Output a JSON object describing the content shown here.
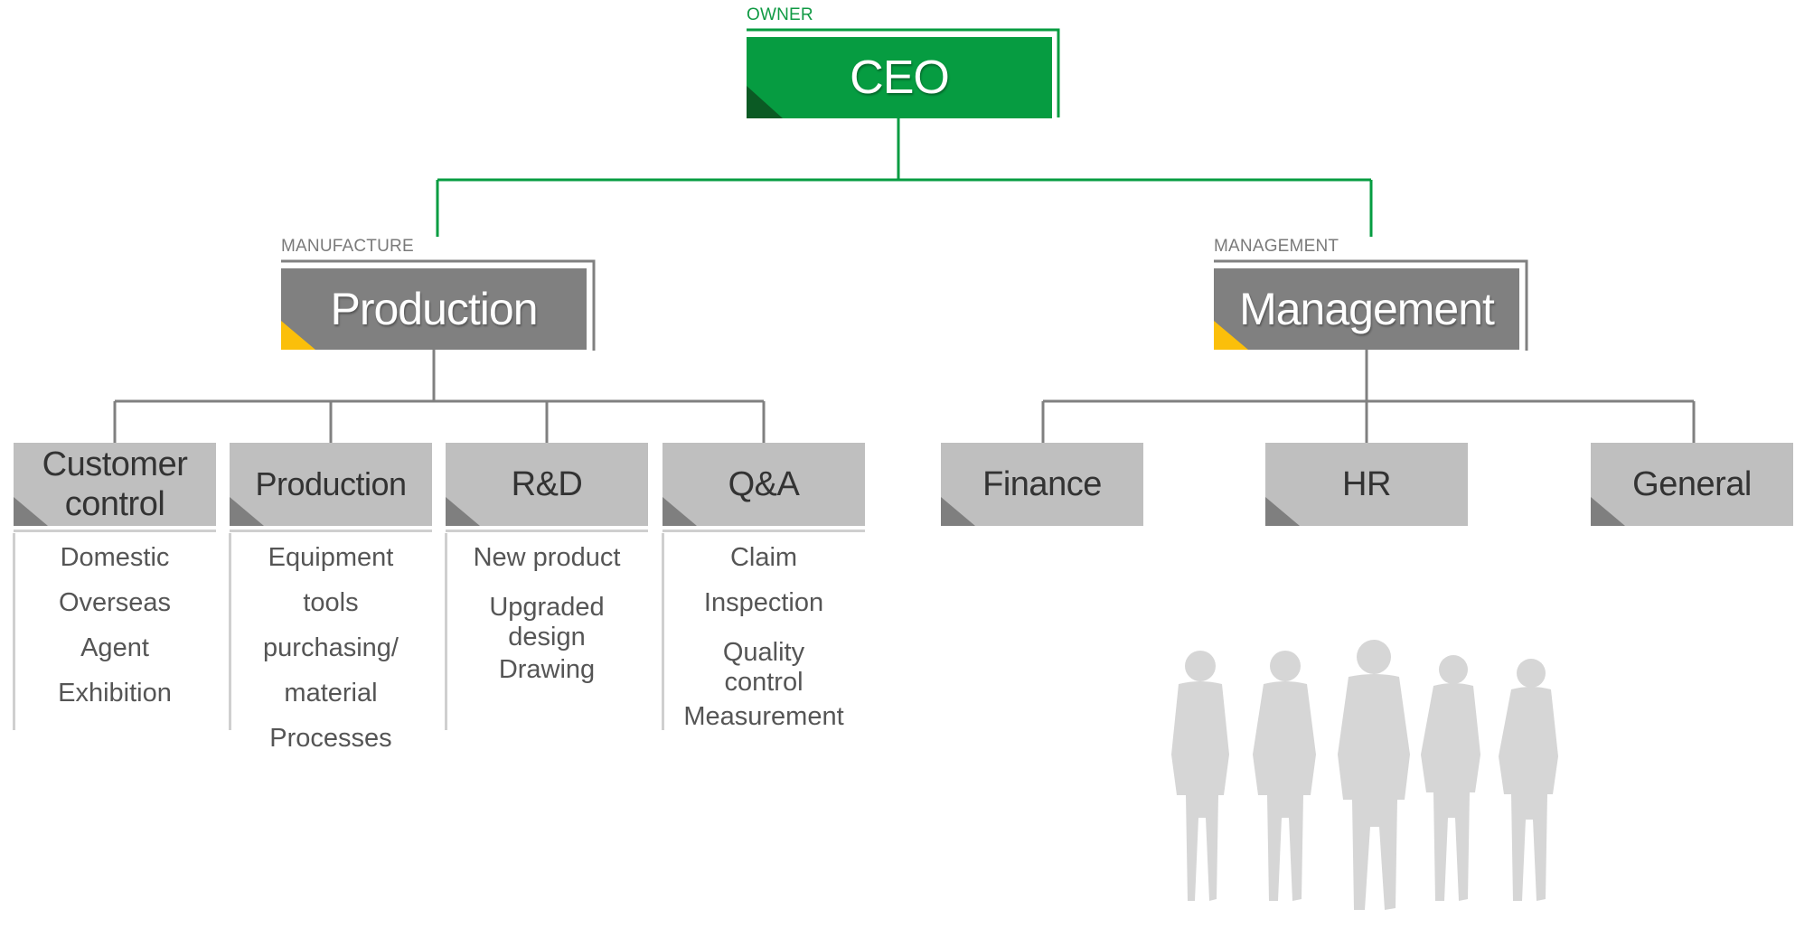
{
  "colors": {
    "green": "#069c41",
    "dark_green": "#0b5a24",
    "gray": "#808080",
    "light_gray": "#bfbfbf",
    "yellow": "#fbbf0a"
  },
  "ceo": {
    "tag": "OWNER",
    "title": "CEO"
  },
  "divisions": [
    {
      "tag": "MANUFACTURE",
      "title": "Production"
    },
    {
      "tag": "MANAGEMENT",
      "title": "Management"
    }
  ],
  "production_units": [
    {
      "title": "Customer control",
      "items": [
        "Domestic",
        "Overseas",
        "Agent",
        "Exhibition"
      ]
    },
    {
      "title": "Production",
      "items": [
        "Equipment",
        "tools",
        "purchasing/",
        "material",
        "Processes"
      ]
    },
    {
      "title": "R&D",
      "items": [
        "New product",
        "Upgraded design",
        "Drawing"
      ]
    },
    {
      "title": "Q&A",
      "items": [
        "Claim",
        "Inspection",
        "Quality control",
        "Measurement"
      ]
    }
  ],
  "management_units": [
    {
      "title": "Finance"
    },
    {
      "title": "HR"
    },
    {
      "title": "General"
    }
  ]
}
